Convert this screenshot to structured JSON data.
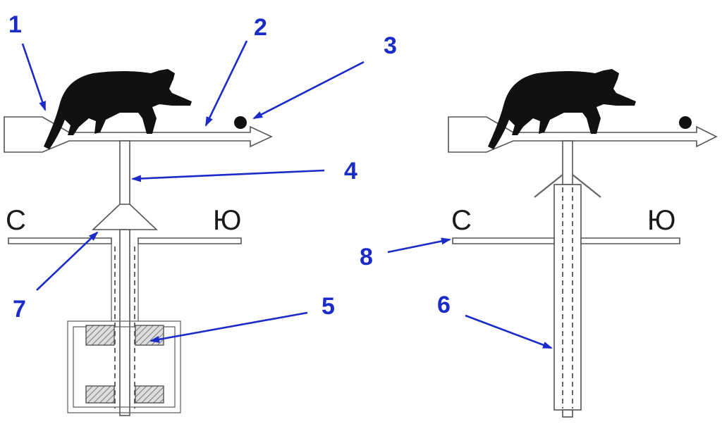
{
  "callouts": [
    "1",
    "2",
    "3",
    "4",
    "5",
    "6",
    "7",
    "8"
  ],
  "directions": {
    "north_left": "С",
    "south_left": "Ю",
    "north_right": "С",
    "south_right": "Ю"
  },
  "colors": {
    "callout": "#1a2bc8",
    "line": "#555555",
    "cat": "#111111"
  }
}
